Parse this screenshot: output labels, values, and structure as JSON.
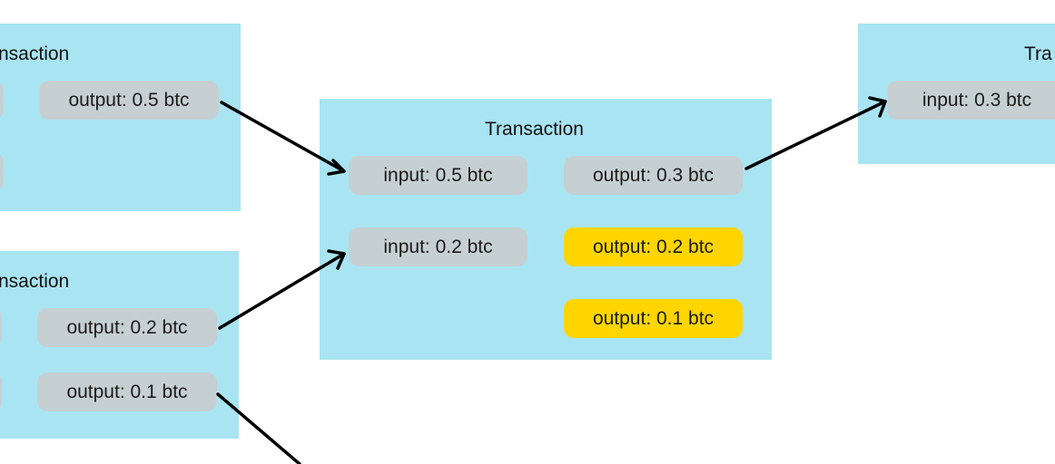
{
  "transactions": {
    "left_top": {
      "title": "nsaction",
      "outputs": [
        "output: 0.5 btc"
      ]
    },
    "left_bottom": {
      "title": "nsaction",
      "outputs": [
        "output: 0.2 btc",
        "output: 0.1 btc"
      ]
    },
    "center": {
      "title": "Transaction",
      "inputs": [
        "input: 0.5 btc",
        "input: 0.2 btc"
      ],
      "outputs": [
        "output: 0.3 btc",
        "output: 0.2 btc",
        "output: 0.1 btc"
      ]
    },
    "right": {
      "title": "Tra",
      "inputs": [
        "input: 0.3 btc"
      ]
    }
  },
  "colors": {
    "box_bg": "#a9e4f2",
    "pill_grey": "#c6d0d2",
    "pill_highlight": "#ffd500",
    "arrow": "#000000"
  }
}
